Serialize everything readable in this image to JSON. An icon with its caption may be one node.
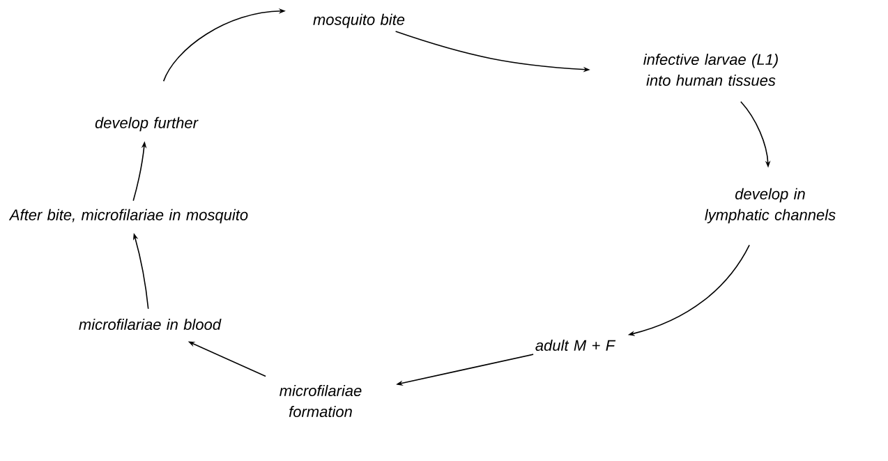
{
  "diagram": {
    "nodes": [
      {
        "text": [
          "mosquito bite"
        ]
      },
      {
        "text": [
          "infective larvae (L1) into human tissues"
        ]
      },
      {
        "text": [
          "develop in lymphatic channels"
        ]
      },
      {
        "text": [
          "adult M + F"
        ]
      },
      {
        "text": [
          "microfilariae formation"
        ]
      },
      {
        "text": [
          "microfilariae in blood"
        ]
      },
      {
        "text": [
          "After bite, microfilariae in mosquito"
        ]
      },
      {
        "text": [
          "develop further"
        ]
      }
    ],
    "edges": [
      {
        "from": 0,
        "to": 1,
        "arrow": "to"
      },
      {
        "from": 1,
        "to": 2,
        "arrow": "to"
      },
      {
        "from": 2,
        "to": 3,
        "arrow": "to"
      },
      {
        "from": 3,
        "to": 4,
        "arrow": "to"
      },
      {
        "from": 4,
        "to": 5,
        "arrow": "to"
      },
      {
        "from": 5,
        "to": 6,
        "arrow": "to"
      },
      {
        "from": 6,
        "to": 7,
        "arrow": "to"
      },
      {
        "from": 7,
        "to": 0,
        "arrow": "to"
      }
    ]
  }
}
